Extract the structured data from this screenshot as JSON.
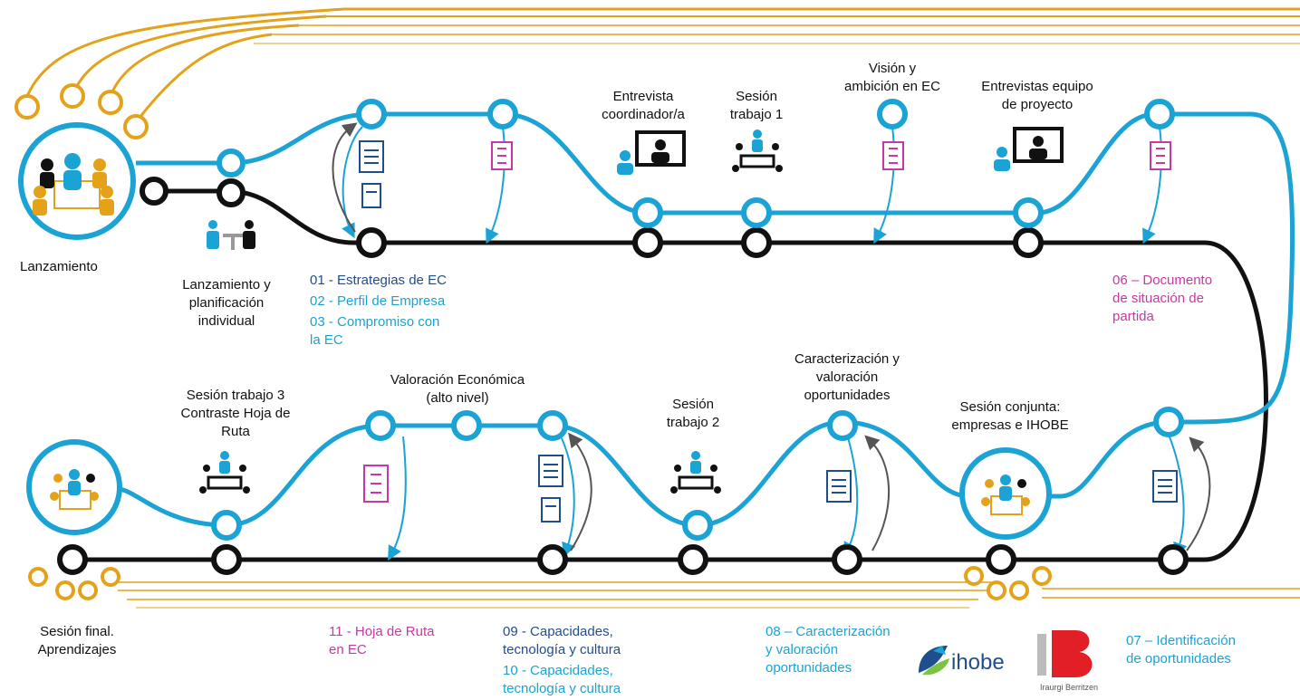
{
  "labels": {
    "lanzamiento": "Lanzamiento",
    "lanz_plan": [
      "Lanzamiento y",
      "planificación",
      "individual"
    ],
    "entrevista_coord": [
      "Entrevista",
      "coordinador/a"
    ],
    "sesion_t1": [
      "Sesión",
      "trabajo 1"
    ],
    "vision": [
      "Visión y",
      "ambición en EC"
    ],
    "entrevistas_equipo": [
      "Entrevistas equipo",
      "de proyecto"
    ],
    "doc_01": "01 - Estrategias de EC",
    "doc_02": "02 - Perfil de Empresa",
    "doc_03": [
      "03 - Compromiso con",
      "la EC"
    ],
    "doc_06": [
      "06 – Documento",
      "de situación de",
      "partida"
    ],
    "sesion_t3": [
      "Sesión trabajo 3",
      "Contraste Hoja de",
      "Ruta"
    ],
    "valoracion": [
      "Valoración Económica",
      "(alto nivel)"
    ],
    "sesion_t2": [
      "Sesión",
      "trabajo 2"
    ],
    "caracterizacion": [
      "Caracterización y",
      "valoración",
      "oportunidades"
    ],
    "sesion_conjunta": [
      "Sesión conjunta:",
      "empresas e IHOBE"
    ],
    "sesion_final": [
      "Sesión final.",
      "Aprendizajes"
    ],
    "doc_11": [
      "11 - Hoja de Ruta",
      "en EC"
    ],
    "doc_09": [
      "09 - Capacidades,",
      "tecnología y cultura"
    ],
    "doc_10": [
      "10 - Capacidades,",
      "tecnología y cultura"
    ],
    "doc_08": [
      "08 – Caracterización",
      "y valoración",
      "oportunidades"
    ],
    "doc_07": [
      "07 – Identificación",
      "de oportunidades"
    ]
  },
  "logos": {
    "ihobe": "ihobe",
    "ib_mark": "iB",
    "ib_sub": "Iraurgi Berritzen"
  },
  "colors": {
    "cyan": "#1aa3d4",
    "black": "#111111",
    "gold": "#e3a21a",
    "pink": "#c639a5",
    "darkblue": "#1f4e8c"
  },
  "icons": [
    "meeting-icon",
    "checklist-doc-icon",
    "text-doc-icon",
    "report-doc-icon",
    "video-call-icon",
    "interview-icon",
    "ihobe-logo",
    "ib-logo"
  ]
}
